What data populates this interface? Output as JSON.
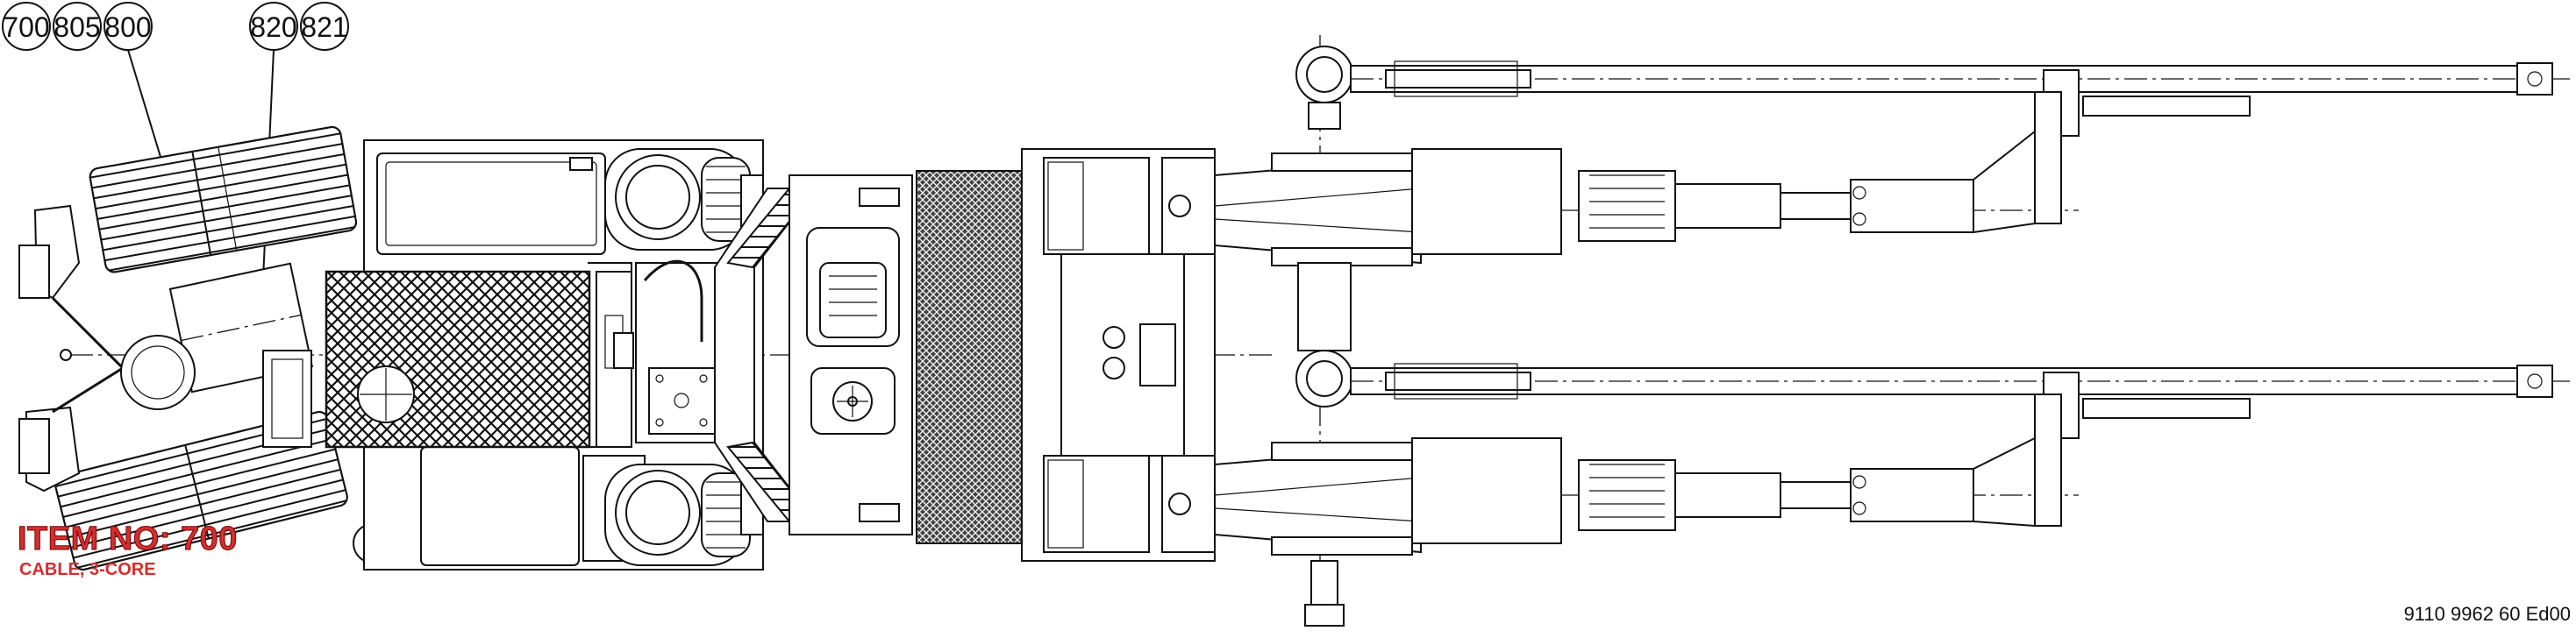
{
  "callouts": {
    "items": [
      "700",
      "805",
      "800",
      "820",
      "821"
    ]
  },
  "item_label": {
    "title": "ITEM NO: 700",
    "description": "CABLE, 3-CORE"
  },
  "document_number": "9110 9962 60 Ed00",
  "colors": {
    "item_label": "#d32f2f",
    "line": "#111111",
    "background": "#ffffff"
  }
}
